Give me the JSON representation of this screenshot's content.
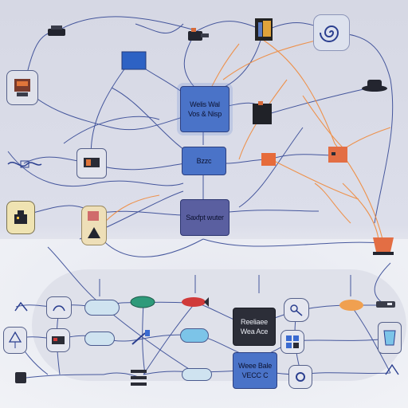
{
  "colors": {
    "wire_blue": "#2b3f8f",
    "wire_orange": "#f08a3c",
    "panel_blue": "#4a73c8",
    "panel_purple": "#5a5fa0",
    "panel_dark": "#2c2e38",
    "accent_orange": "#e66b3a"
  },
  "top_panels": {
    "panel_a": {
      "line1": "Welis Wal",
      "line2": "Vos & Nisp"
    },
    "panel_b": {
      "line1": "Bzzc"
    },
    "panel_c": {
      "line1": "Saxfpt wuter"
    }
  },
  "bottom_panels": {
    "panel_d": {
      "line1": "Reeliaee",
      "line2": "Wea Ace"
    },
    "panel_e": {
      "line1": "Weee Bale",
      "line2": "VECC C"
    }
  },
  "icons": [
    "printer-icon",
    "drill-icon",
    "book-icon",
    "spiral-icon",
    "box-icon",
    "computer-icon",
    "hat-icon",
    "server-icon",
    "monitor-icon",
    "cube-icon",
    "robot-icon",
    "house-icon",
    "bucket-icon",
    "router-icon",
    "lamp-icon",
    "tools-icon",
    "leaf-icon",
    "fish-icon",
    "car-icon",
    "stack-icon",
    "camera-icon"
  ]
}
